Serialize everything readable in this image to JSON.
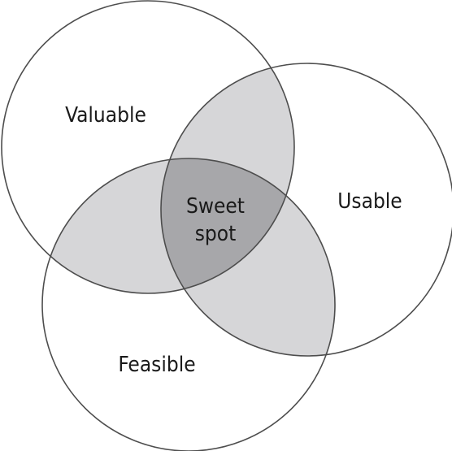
{
  "diagram": {
    "sets": [
      {
        "id": "valuable",
        "label": "Valuable"
      },
      {
        "id": "usable",
        "label": "Usable"
      },
      {
        "id": "feasible",
        "label": "Feasible"
      }
    ],
    "center": {
      "line1": "Sweet",
      "line2": "spot"
    },
    "colors": {
      "stroke": "#4d4d4d",
      "background": "#ffffff",
      "pair_overlap": "#d6d6d8",
      "triple_overlap": "#a7a7aa",
      "text": "#1a1a1a"
    }
  }
}
